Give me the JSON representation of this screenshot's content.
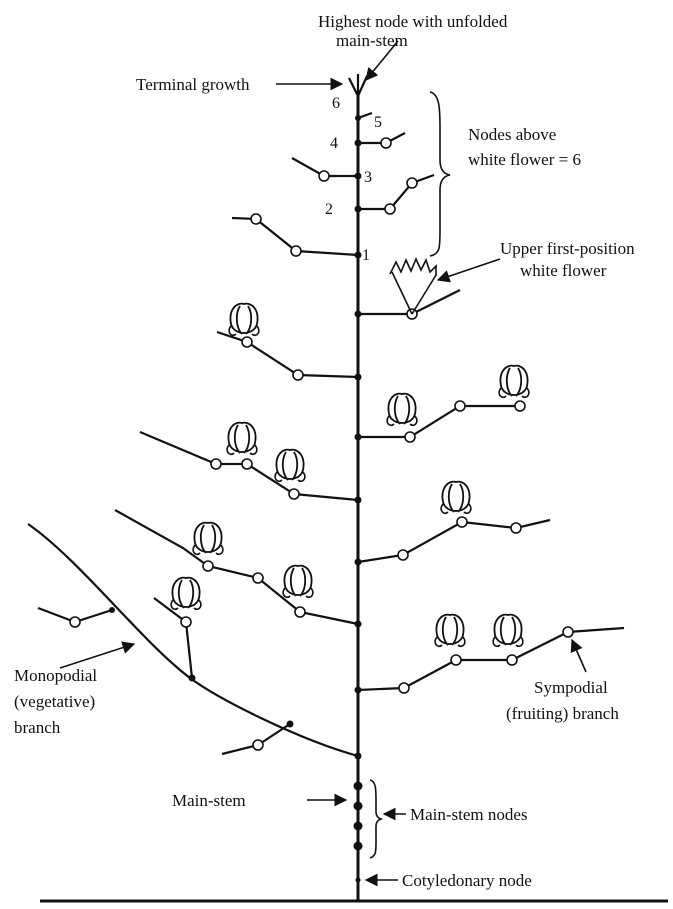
{
  "labels": {
    "highest_node_line1": "Highest node with unfolded",
    "highest_node_line2": "main-stem",
    "terminal_growth": "Terminal growth",
    "nodes_above_line1": "Nodes above",
    "nodes_above_line2": "white flower = 6",
    "white_flower_line1": "Upper first-position",
    "white_flower_line2": "white flower",
    "monopodial_line1": "Monopodial",
    "monopodial_line2": "(vegetative)",
    "monopodial_line3": "branch",
    "sympodial_line1": "Sympodial",
    "sympodial_line2": "(fruiting) branch",
    "main_stem": "Main-stem",
    "main_stem_nodes": "Main-stem nodes",
    "cotyledonary_node": "Cotyledonary node"
  },
  "node_numbers": [
    "1",
    "2",
    "3",
    "4",
    "5",
    "6"
  ]
}
